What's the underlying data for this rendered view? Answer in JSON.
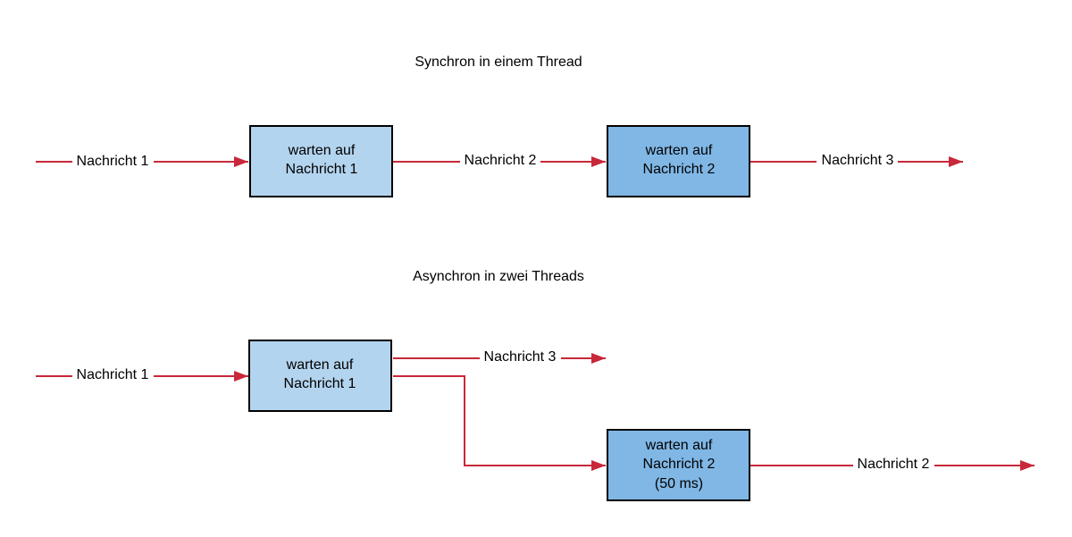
{
  "colors": {
    "box_light": "#b3d4ef",
    "box_dark": "#80b7e5",
    "arrow": "#c8283a",
    "border": "#000000"
  },
  "sync": {
    "title": "Synchron in einem Thread",
    "arrow_labels": [
      "Nachricht 1",
      "Nachricht 2",
      "Nachricht 3"
    ],
    "box1": [
      "warten auf",
      "Nachricht 1"
    ],
    "box2": [
      "warten auf",
      "Nachricht 2"
    ]
  },
  "async": {
    "title": "Asynchron in zwei Threads",
    "arrow_labels": [
      "Nachricht 1",
      "Nachricht 3",
      "Nachricht 2"
    ],
    "box1": [
      "warten auf",
      "Nachricht 1"
    ],
    "box2": [
      "warten auf",
      "Nachricht 2",
      "(50 ms)"
    ]
  }
}
